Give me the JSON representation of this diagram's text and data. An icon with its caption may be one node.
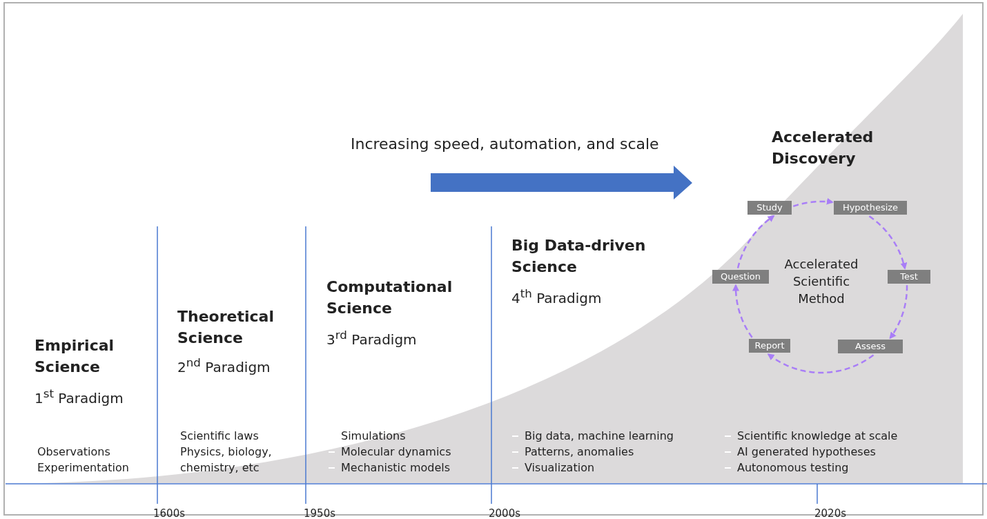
{
  "diagram": {
    "nodes": [
      {
        "text": [
          "Study"
        ]
      },
      {
        "text": [
          "Hypothesize"
        ]
      },
      {
        "text": [
          "Test"
        ]
      },
      {
        "text": [
          "Assess"
        ]
      },
      {
        "text": [
          "Report"
        ]
      },
      {
        "text": [
          "Question"
        ]
      }
    ],
    "edges": [
      {
        "from": 0,
        "to": 1,
        "arrow": "to",
        "style": "dashed",
        "color": "#a97ef7"
      },
      {
        "from": 1,
        "to": 2,
        "arrow": "to",
        "style": "dashed",
        "color": "#a97ef7"
      },
      {
        "from": 2,
        "to": 3,
        "arrow": "to",
        "style": "dashed",
        "color": "#a97ef7"
      },
      {
        "from": 3,
        "to": 4,
        "arrow": "to",
        "style": "dashed",
        "color": "#a97ef7"
      },
      {
        "from": 4,
        "to": 5,
        "arrow": "to",
        "style": "dashed",
        "color": "#a97ef7"
      },
      {
        "from": 5,
        "to": 0,
        "arrow": "to",
        "style": "dashed",
        "color": "#a97ef7"
      }
    ],
    "labels": [
      "Increasing speed, automation, and scale",
      "Accelerated Discovery",
      "Accelerated Scientific Method",
      "Empirical Science",
      "1$^{st}$ Paradigm",
      "Theoretical Science",
      "2$^{nd}$ Paradigm",
      "Computational Science",
      "3$^{rd}$ Paradigm",
      "Big Data-driven Science",
      "4$^{th}$ Paradigm",
      "Observations",
      "Experimentation",
      "Scientific laws",
      "Physics, biology, chemistry, etc",
      "Simulations",
      "Molecular dynamics",
      "Mechanistic models",
      "Big data, machine learning",
      "Patterns, anomalies",
      "Visualization",
      "Scientific knowledge at scale",
      "AI generated hypotheses",
      "Autonomous testing",
      "1600s",
      "1950s",
      "2000s",
      "2020s"
    ]
  }
}
